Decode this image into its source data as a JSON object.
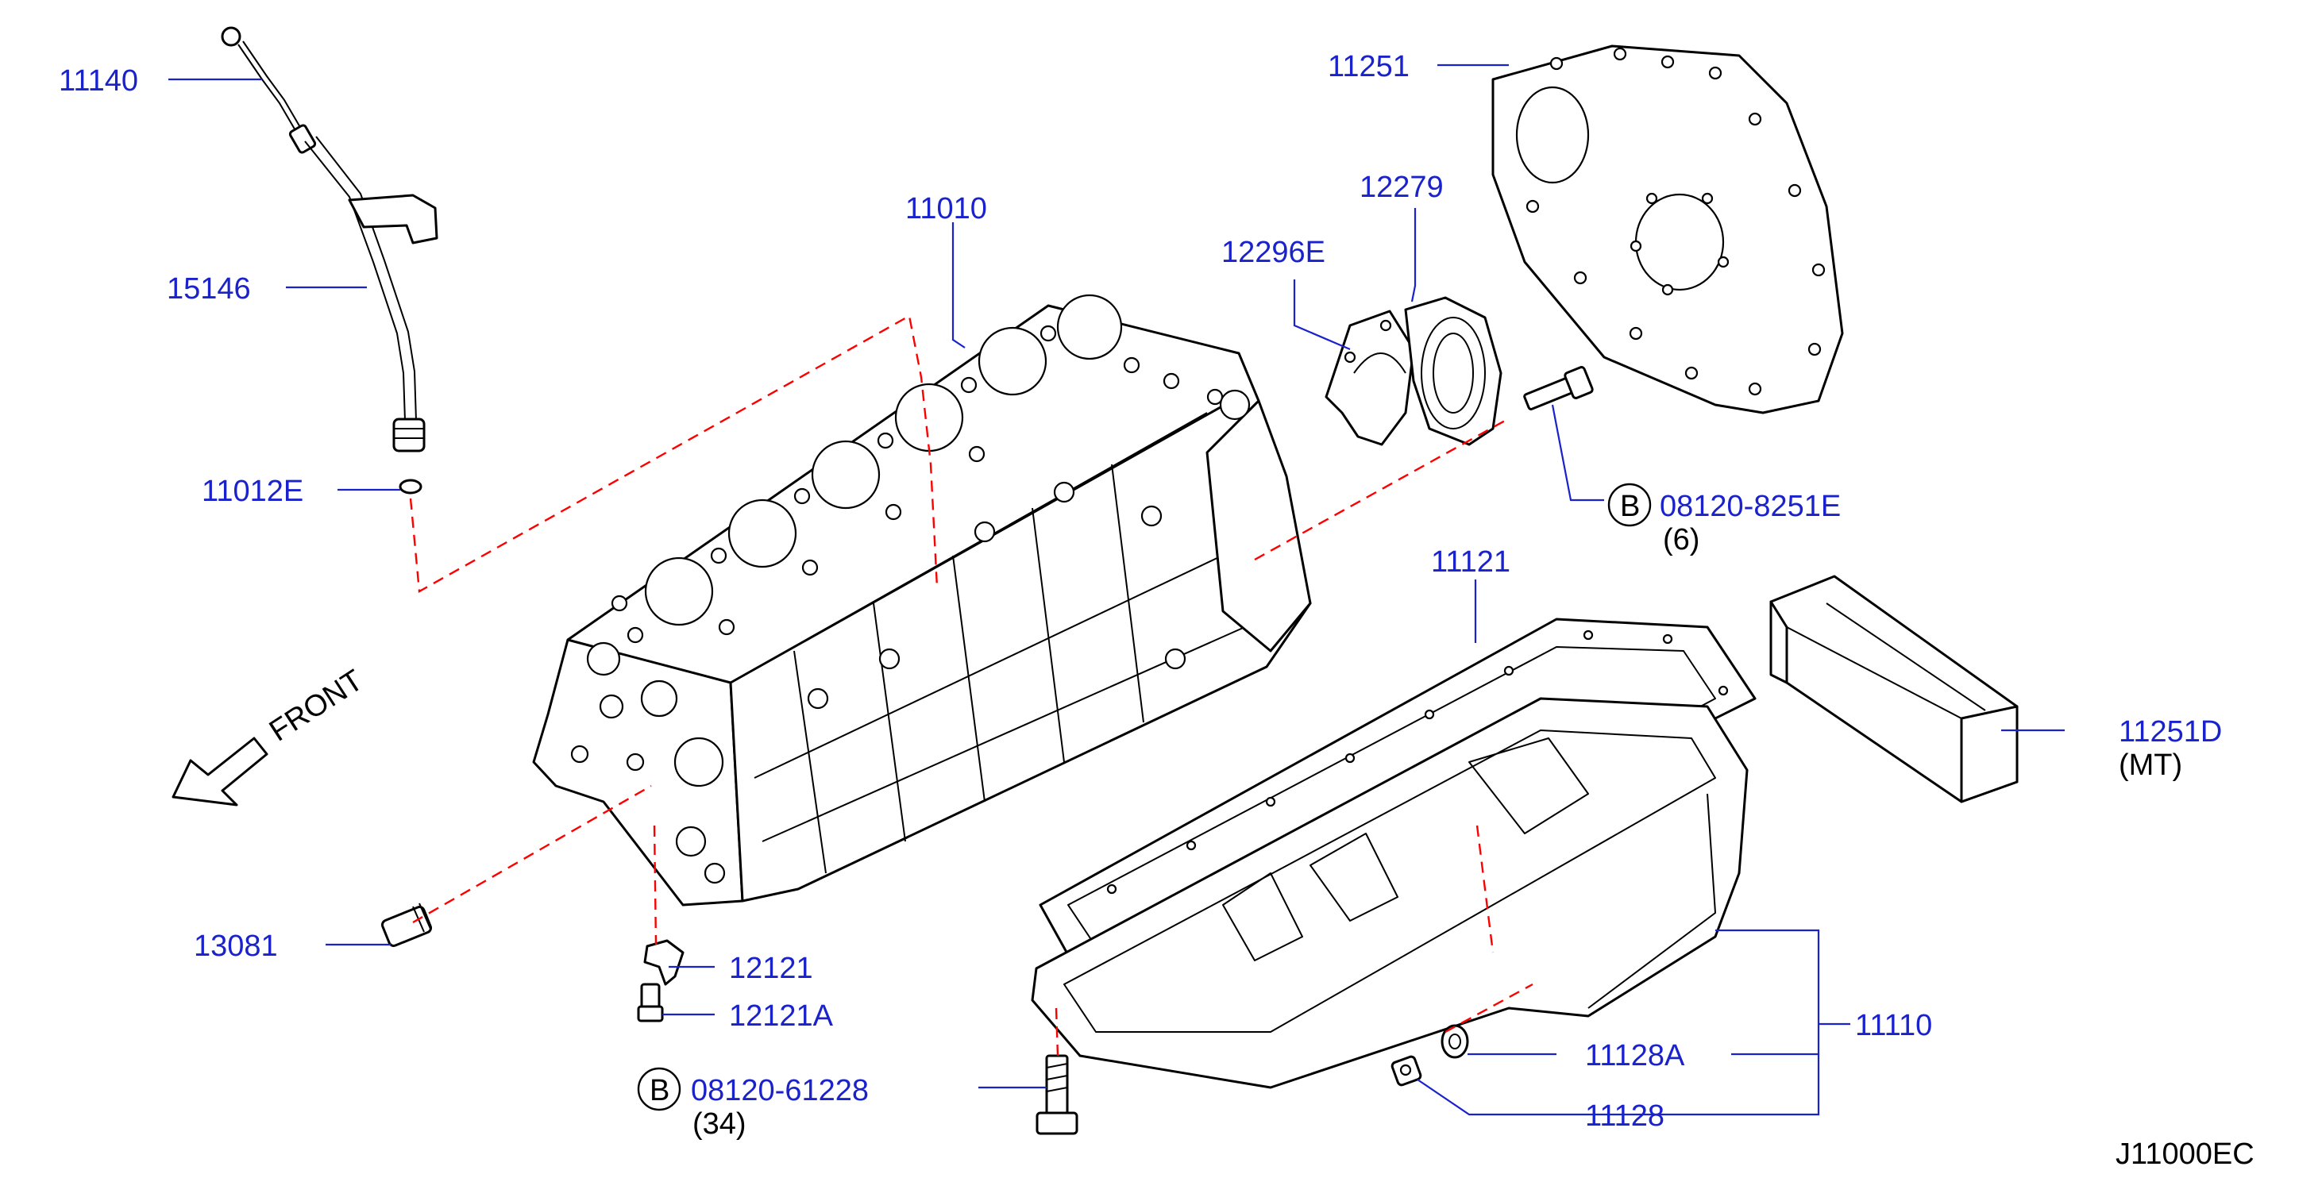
{
  "diagram_code": "J11000EC",
  "front_label": "FRONT",
  "bolt_symbol": "B",
  "colors": {
    "part_number": "#1a22cc",
    "guide_line": "#ff0000",
    "outline": "#000000"
  },
  "labels": {
    "p11140": "11140",
    "p15146": "15146",
    "p11012E": "11012E",
    "p11010": "11010",
    "p12296E": "12296E",
    "p12279": "12279",
    "p11251": "11251",
    "p08120_8251E": "08120-8251E",
    "p08120_8251E_qty": "(6)",
    "p11121": "11121",
    "p11251D": "11251D",
    "p11251D_note": "(MT)",
    "p13081": "13081",
    "p12121": "12121",
    "p12121A": "12121A",
    "p08120_61228": "08120-61228",
    "p08120_61228_qty": "(34)",
    "p11128A": "11128A",
    "p11128": "11128",
    "p11110": "11110"
  }
}
